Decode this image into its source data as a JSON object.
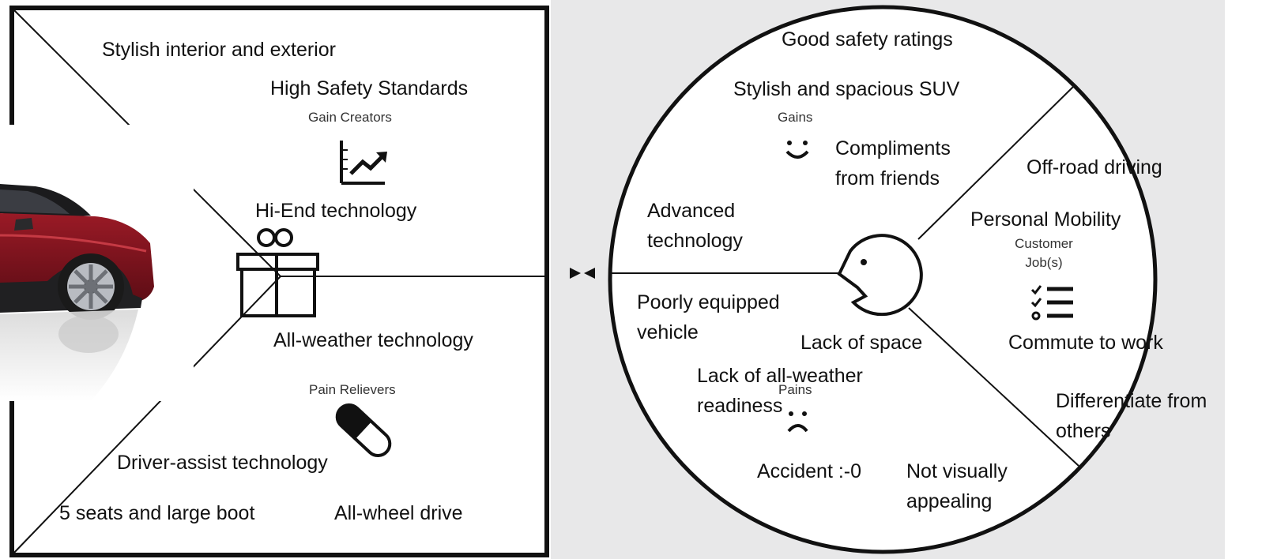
{
  "colors": {
    "panel_gray": "#e8e8e9",
    "line": "#111111",
    "car_body": "#7a121c"
  },
  "value_map": {
    "items": [
      "Stylish interior and exterior",
      "High Safety Standards",
      "Hi-End technology",
      "All-weather technology",
      "Driver-assist technology",
      "5 seats and large boot",
      "All-wheel drive"
    ],
    "gain_creators_label": "Gain Creators",
    "pain_relievers_label": "Pain Relievers"
  },
  "customer_profile": {
    "gains": [
      "Good safety ratings",
      "Stylish and spacious SUV",
      "Compliments from friends",
      "Advanced technology"
    ],
    "gains_label": "Gains",
    "jobs": [
      "Off-road driving",
      "Personal Mobility",
      "Commute to work",
      "Differentiate from others"
    ],
    "jobs_label": "Customer Job(s)",
    "pains": [
      "Poorly equipped vehicle",
      "Lack of space",
      "Lack of all-weather readiness",
      "Accident :-0",
      "Not visually appealing"
    ],
    "pains_label": "Pains"
  },
  "icons": [
    "gift-icon",
    "growth-chart-icon",
    "pill-icon",
    "smile-icon",
    "frown-icon",
    "checklist-icon",
    "customer-face-icon",
    "car-photo"
  ]
}
